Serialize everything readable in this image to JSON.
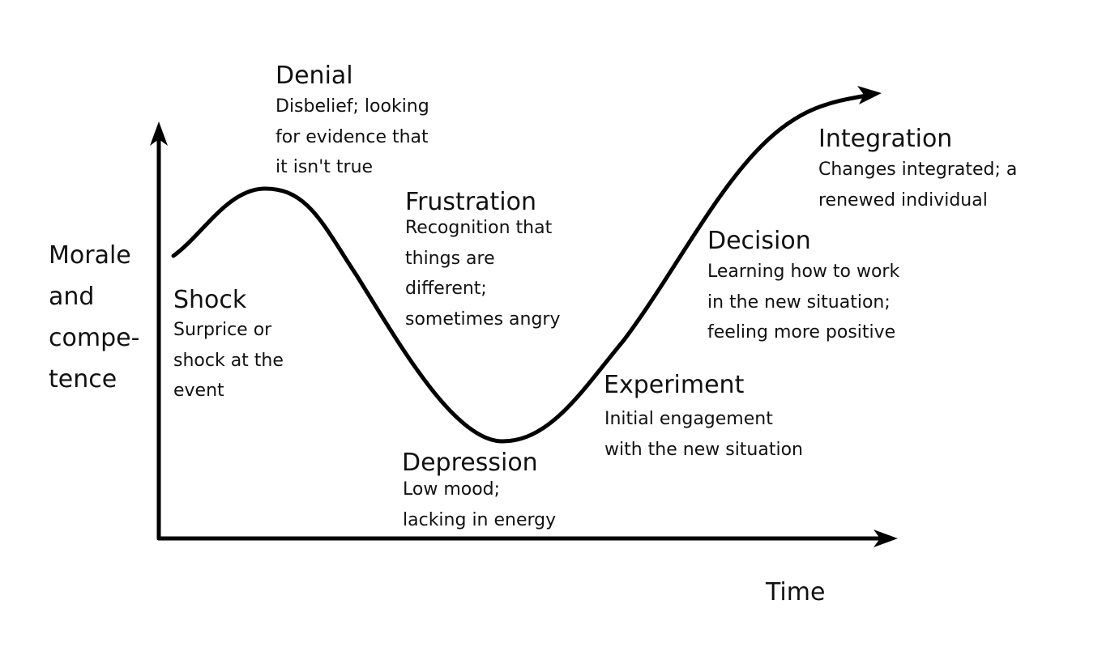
{
  "axes": {
    "y_label_lines": [
      "Morale",
      "and",
      "compe-",
      "tence"
    ],
    "x_label": "Time"
  },
  "stages": [
    {
      "title": "Denial",
      "lines": [
        "Disbelief; looking",
        "for evidence that",
        "it isn't true"
      ]
    },
    {
      "title": "Shock",
      "lines": [
        "Surprice or",
        "shock at the",
        "event"
      ]
    },
    {
      "title": "Frustration",
      "lines": [
        "Recognition that",
        "things are",
        "different;",
        "sometimes angry"
      ]
    },
    {
      "title": "Depression",
      "lines": [
        "Low mood;",
        "lacking in energy"
      ]
    },
    {
      "title": "Experiment",
      "lines": [
        "Initial engagement",
        "with the new situation"
      ]
    },
    {
      "title": "Decision",
      "lines": [
        "Learning how to work",
        "in the new situation;",
        "feeling more positive"
      ]
    },
    {
      "title": "Integration",
      "lines": [
        "Changes integrated; a",
        "renewed individual"
      ]
    }
  ]
}
